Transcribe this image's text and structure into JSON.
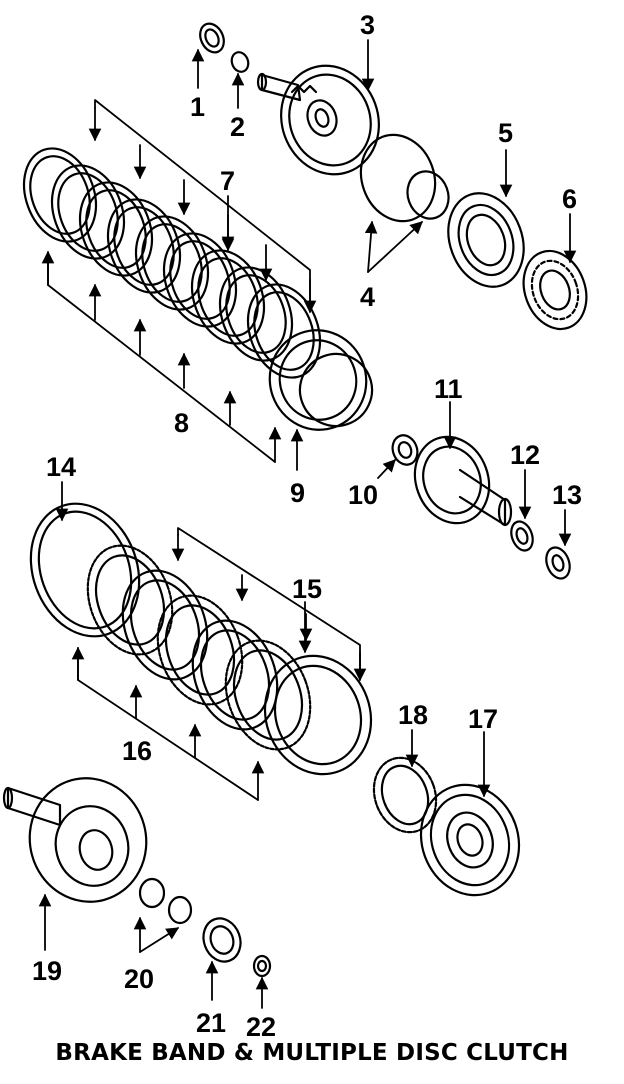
{
  "callouts": [
    "1",
    "2",
    "3",
    "4",
    "5",
    "6",
    "7",
    "8",
    "9",
    "10",
    "11",
    "12",
    "13",
    "14",
    "15",
    "16",
    "17",
    "18",
    "19",
    "20",
    "21",
    "22"
  ],
  "caption": "BRAKE BAND & MULTIPLE DISC CLUTCH",
  "colors": {
    "ink": "#000000",
    "paper": "#ffffff"
  }
}
